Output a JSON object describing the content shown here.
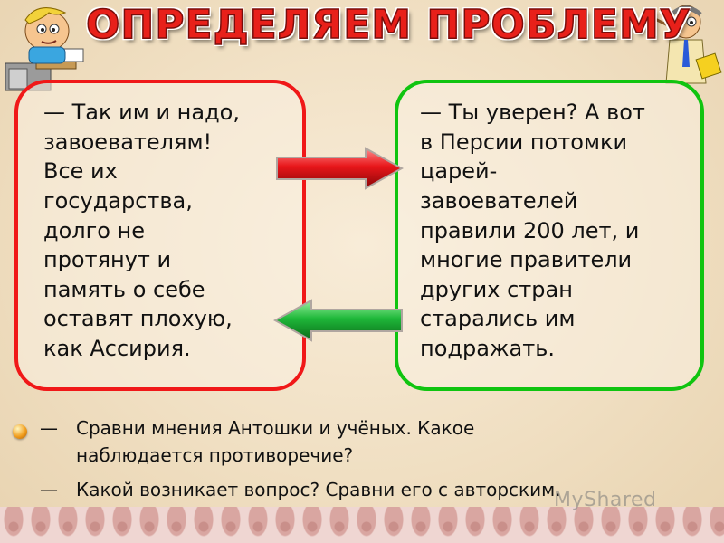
{
  "title": "ОПРЕДЕЛЯЕМ ПРОБЛЕМУ",
  "left_box": {
    "lines": [
      "— Так им и надо,",
      "завоевателям!",
      "Все их",
      "государства,",
      "долго не",
      "протянут и",
      "память о себе",
      "оставят плохую,",
      "как Ассирия."
    ]
  },
  "right_box": {
    "lines": [
      "— Ты уверен? А вот",
      "в Персии потомки",
      "царей-",
      "завоевателей",
      "правили 200 лет, и",
      "многие правители",
      "других стран",
      "старались им",
      "подражать."
    ]
  },
  "questions": {
    "q1_line1": "Сравни мнения Антошки и учёных. Какое",
    "q1_line2": "наблюдается противоречие?",
    "q2": "Какой возникает вопрос? Сравни его с авторским."
  },
  "dash": "—",
  "watermark": "MyShared",
  "colors": {
    "title": "#e8201a",
    "left_border": "#f01818",
    "right_border": "#10c410",
    "arrow_right": "#e8161a",
    "arrow_left": "#1fb83a"
  },
  "icons": [
    "student-character-icon",
    "teacher-character-icon",
    "arrow-right-icon",
    "arrow-left-icon",
    "bullet-orb-icon"
  ]
}
